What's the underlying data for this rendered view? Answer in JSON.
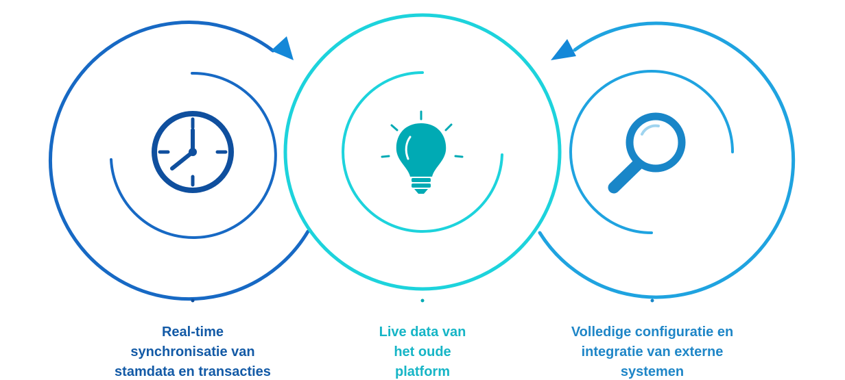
{
  "colors": {
    "background": "#ffffff",
    "stage_1": "#1769c4",
    "stage_2": "#1dd3dc",
    "stage_3": "#1fa3e0",
    "icon_1": "#0f4f9e",
    "icon_2": "#00aab4",
    "icon_3": "#1986c8",
    "arrow_head": "#1488d8",
    "label_1": "#135aa6",
    "label_2": "#16b5c6",
    "label_3": "#1f86c7"
  },
  "stages": [
    {
      "icon": "clock-icon",
      "label_lines": [
        "Real-time",
        "synchronisatie van",
        "stamdata en transacties"
      ]
    },
    {
      "icon": "lightbulb-icon",
      "label_lines": [
        "Live data van",
        "het oude",
        "platform"
      ]
    },
    {
      "icon": "magnifier-icon",
      "label_lines": [
        "Volledige configuratie en",
        "integratie van externe",
        "systemen"
      ]
    }
  ]
}
